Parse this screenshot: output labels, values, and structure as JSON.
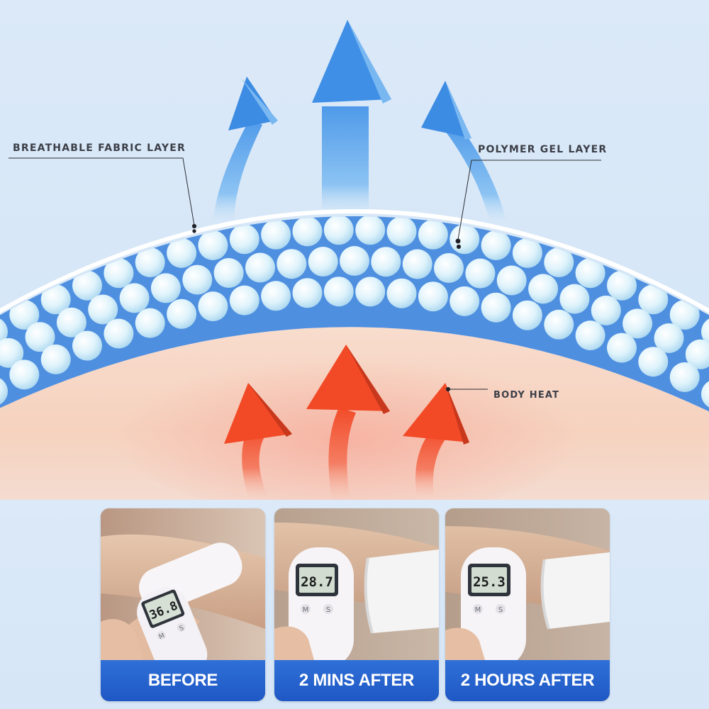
{
  "diagram": {
    "labels": {
      "breathable_fabric_layer": "BREATHABLE FABRIC LAYER",
      "polymer_gel_layer": "POLYMER GEL LAYER",
      "body_heat": "BODY HEAT"
    },
    "colors": {
      "background": "#dbe9f8",
      "gel_band": "#4f8fe0",
      "gel_bead": "#d8f1fb",
      "skin": "#f6d6c4",
      "heat_arrow": "#f2552f",
      "cool_arrow": "#5ea6ee",
      "caption_bar": "#2563cf"
    },
    "icons": {
      "cool_arrows": "arrow-up-icon",
      "heat_arrows": "arrow-up-icon"
    }
  },
  "panels": [
    {
      "caption": "BEFORE",
      "reading": "36.8"
    },
    {
      "caption": "2 MINS AFTER",
      "reading": "28.7"
    },
    {
      "caption": "2 HOURS AFTER",
      "reading": "25.3"
    }
  ],
  "thermometer": {
    "mode_button": "M",
    "scan_button": "S"
  }
}
